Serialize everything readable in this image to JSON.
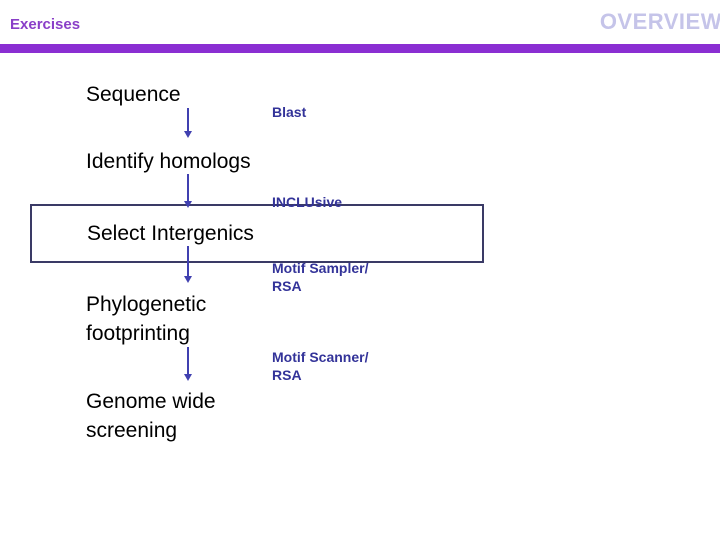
{
  "slide": {
    "header": {
      "section_title": "Exercises",
      "page_title": "OVERVIEW"
    },
    "flow": {
      "steps": [
        {
          "id": "sequence",
          "label": "Sequence",
          "boxed": false
        },
        {
          "id": "identify-homologs",
          "label": "Identify homologs",
          "boxed": false
        },
        {
          "id": "select-intergenics",
          "label": "Select Intergenics",
          "boxed": true
        },
        {
          "id": "phylogenetic-footprinting",
          "label": "Phylogenetic\nfootprinting",
          "boxed": false
        },
        {
          "id": "genome-wide-screening",
          "label": "Genome wide\nscreening",
          "boxed": false
        }
      ],
      "tools": [
        {
          "id": "blast",
          "label": "Blast"
        },
        {
          "id": "inclusive",
          "label": "INCLUsive"
        },
        {
          "id": "motif-sampler-rsa",
          "label": "Motif Sampler/\nRSA"
        },
        {
          "id": "motif-scanner-rsa",
          "label": "Motif Scanner/\nRSA"
        }
      ]
    },
    "colors": {
      "background": "#FFFFFF",
      "accent_bar": "#8A2ED2",
      "section_title": "#8A3FC8",
      "page_title": "#C5C4E9",
      "step_text": "#000000",
      "tool_label": "#333399",
      "arrow": "#4040B0",
      "box_border": "#3A3A66"
    }
  }
}
